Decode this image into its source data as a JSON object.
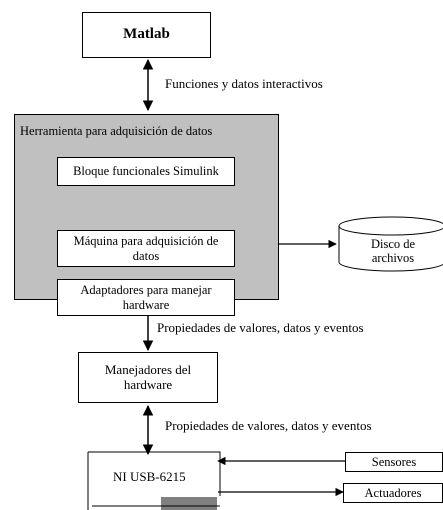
{
  "nodes": {
    "matlab": "Matlab",
    "toolbox": "Herramienta para adquisición de datos",
    "simulink": "Bloque funcionales Simulink",
    "engine": "Máquina para adquisición de datos",
    "adapters": "Adaptadores para manejar hardware",
    "disk": "Disco de archivos",
    "drivers": "Manejadores del hardware",
    "device": "NI  USB-6215",
    "sensors": "Sensores",
    "actuators": "Actuadores"
  },
  "edges": {
    "matlab_toolbox": "Funciones y datos interactivos",
    "toolbox_drivers": "Propiedades de valores, datos y eventos",
    "drivers_device": "Propiedades de valores, datos y eventos"
  }
}
